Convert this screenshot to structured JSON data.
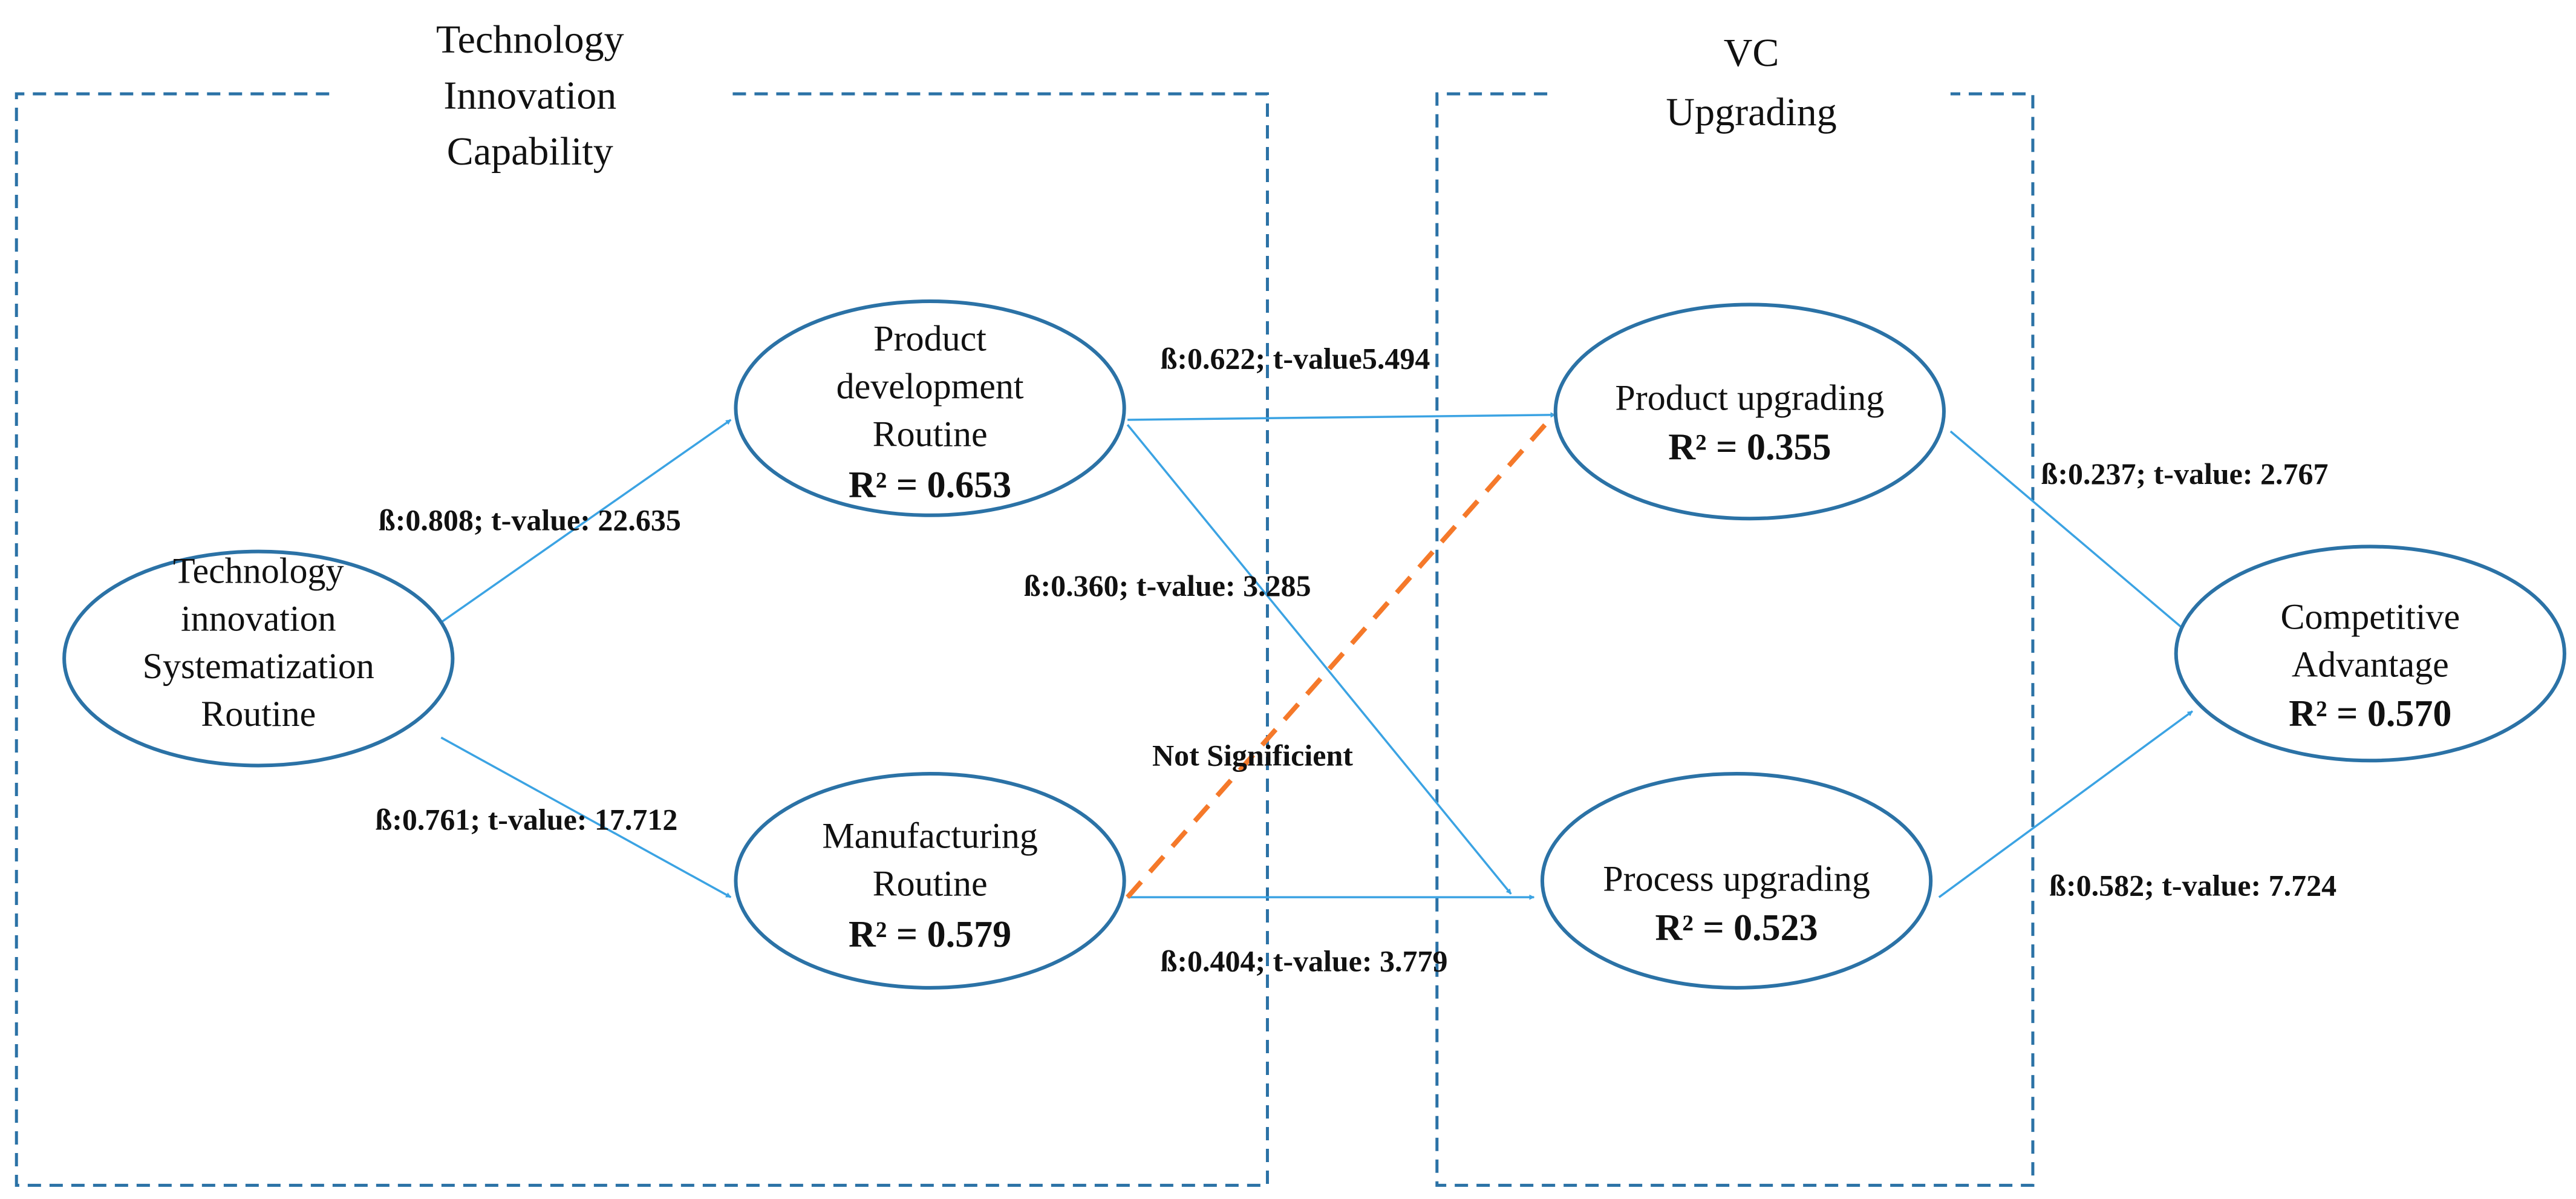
{
  "colors": {
    "node_stroke": "#2B72A6",
    "edge": "#3BA3E3",
    "not_significant_edge": "#F5792A",
    "group_border": "#2B72A6"
  },
  "groups": [
    {
      "id": "tic",
      "title_lines": [
        "Technology",
        "Innovation",
        "Capability"
      ]
    },
    {
      "id": "vcu",
      "title_lines": [
        "VC",
        "Upgrading"
      ]
    }
  ],
  "nodes": [
    {
      "id": "tisr",
      "lines": [
        "Technology",
        "innovation",
        "Systematization",
        "Routine"
      ],
      "r2": ""
    },
    {
      "id": "pdr",
      "lines": [
        "Product",
        "development",
        "Routine"
      ],
      "r2": "R² = 0.653"
    },
    {
      "id": "mr",
      "lines": [
        "Manufacturing",
        "Routine"
      ],
      "r2": "R² = 0.579"
    },
    {
      "id": "pu",
      "lines": [
        "Product upgrading"
      ],
      "r2": "R² = 0.355"
    },
    {
      "id": "pru",
      "lines": [
        "Process upgrading"
      ],
      "r2": "R² = 0.523"
    },
    {
      "id": "ca",
      "lines": [
        "Competitive",
        "Advantage"
      ],
      "r2": "R² = 0.570"
    }
  ],
  "edges": [
    {
      "from": "tisr",
      "to": "pdr",
      "label": "ß:0.808; t-value: 22.635",
      "significant": true
    },
    {
      "from": "tisr",
      "to": "mr",
      "label": "ß:0.761; t-value: 17.712",
      "significant": true
    },
    {
      "from": "pdr",
      "to": "pu",
      "label": "ß:0.622; t-value5.494",
      "significant": true
    },
    {
      "from": "pdr",
      "to": "pru",
      "label": "ß:0.360; t-value: 3.285",
      "significant": true
    },
    {
      "from": "mr",
      "to": "pru",
      "label": "ß:0.404; t-value: 3.779",
      "significant": true
    },
    {
      "from": "mr",
      "to": "pu",
      "label": "Not Significient",
      "significant": false
    },
    {
      "from": "pu",
      "to": "ca",
      "label": "ß:0.237; t-value: 2.767",
      "significant": true
    },
    {
      "from": "pru",
      "to": "ca",
      "label": "ß:0.582; t-value:  7.724",
      "significant": true
    }
  ]
}
